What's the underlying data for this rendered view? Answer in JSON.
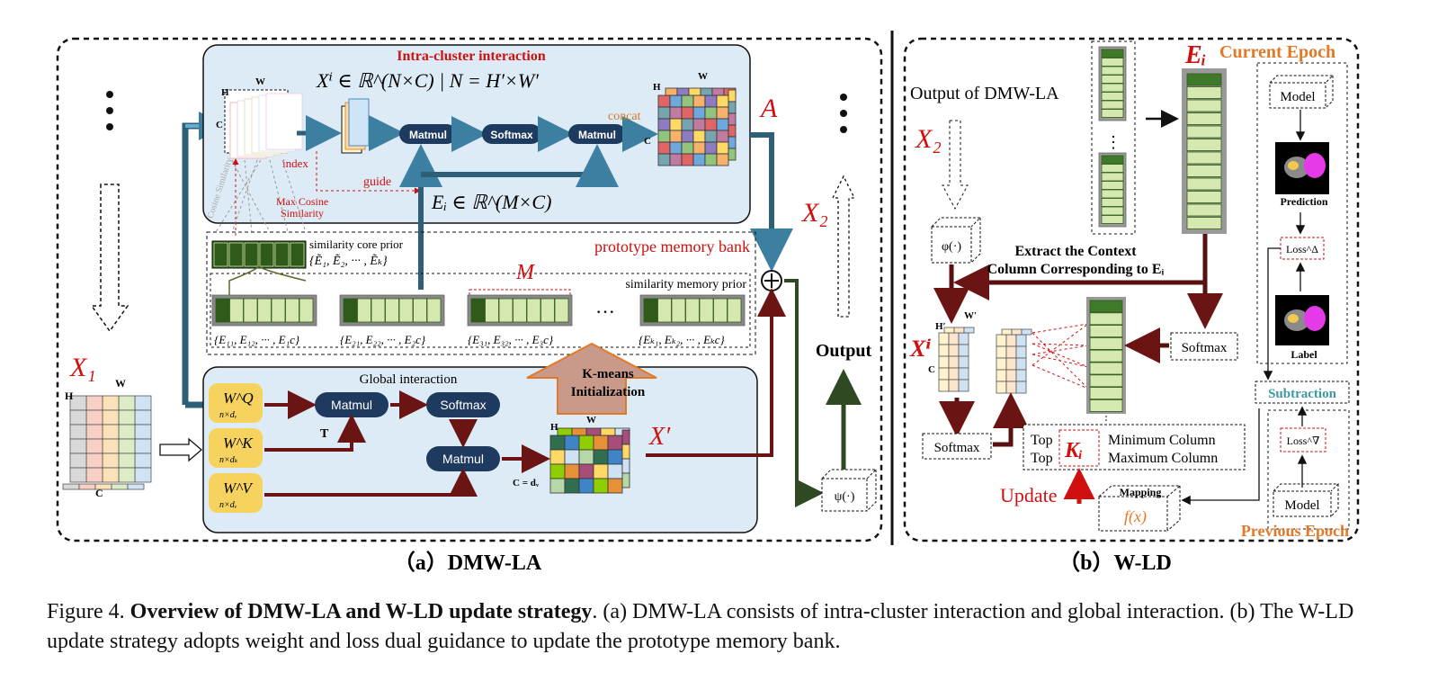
{
  "left_panel": {
    "x1_label": "X₁",
    "x2_label": "X₂",
    "output_label": "Output",
    "intra_title": "Intra-cluster interaction",
    "xi_eq": "Xⁱ ∈ ℝ^(N×C) | N = H′×W′",
    "index_label": "index",
    "guide_label": "guide",
    "max_cos_label_1": "Max Cosine",
    "max_cos_label_2": "Similarity",
    "cos_sim_label": "Cosine Similarity",
    "concat_label": "concat",
    "matmul_label": "Matmul",
    "softmax_label": "Softmax",
    "a_label": "A",
    "ei_eq": "Eᵢ ∈ ℝ^(M×C)",
    "bank_title": "prototype memory bank",
    "core_prior_label": "similarity core prior",
    "core_prior_set": "{Ẽ₁, Ẽ₂, ··· , Ẽₖ}",
    "m_label": "M",
    "memory_prior_label": "similarity memory prior",
    "bank_sets": [
      "{E₁₁, E₁₂, ··· , E₁c}",
      "{E₂₁, E₂₂, ··· , E₂c}",
      "{E₃₁, E₃₂, ··· , E₃c}",
      "{Eₖ₁, Eₖ₂, ··· , Eₖc}"
    ],
    "dots": "···",
    "kmeans_1": "K-means",
    "kmeans_2": "Initialization",
    "global_title": "Global interaction",
    "wq": "W^Q",
    "wk": "W^K",
    "wv": "W^V",
    "w_dims_q": "n×dᵥ",
    "w_dims_k": "n×dₖ",
    "w_dims_v": "n×dᵥ",
    "t_label": "T",
    "xprime_label": "X′",
    "c_dv": "C = dᵥ",
    "psi": "ψ(·)",
    "h": "H",
    "w": "W",
    "c": "C"
  },
  "right_panel": {
    "output_dmw": "Output of DMW-LA",
    "ei_label": "Eᵢ",
    "current_epoch": "Current Epoch",
    "previous_epoch": "Previous Epoch",
    "x2_label": "X₂",
    "phi": "φ(·)",
    "extract_1": "Extract the Context",
    "extract_2": "Column Corresponding to Eᵢ",
    "softmax_label": "Softmax",
    "xi_label": "Xⁱ",
    "hprime": "H′",
    "wprime": "W′",
    "c": "C",
    "top_label": "Top",
    "ki_label": "Kᵢ",
    "min_col": "Minimum Column",
    "max_col": "Maximum Column",
    "update_label": "Update",
    "mapping_label": "Mapping",
    "fx_label": "f(x)",
    "model_label": "Model",
    "prediction_label": "Prediction",
    "label_label": "Label",
    "loss_delta": "Loss^Δ",
    "loss_nabla": "Loss^∇",
    "subtraction": "Subtraction"
  },
  "subcaptions": {
    "a": "（a）DMW-LA",
    "b": "（b）W-LD"
  },
  "caption": {
    "prefix": "Figure 4. ",
    "bold": "Overview of DMW-LA and W-LD update strategy",
    "rest": ". (a) DMW-LA consists of intra-cluster interaction and global interaction. (b) The W-LD update strategy adopts weight and loss dual guidance to update the prototype memory bank."
  },
  "colors": {
    "blue_panel": "#dcebf5",
    "navy_node": "#1e3a5f",
    "arrow_blue": "#3d7fa0",
    "arrow_dark_red": "#6b1414",
    "red_text": "#d01010",
    "orange": "#e07a2a",
    "teal": "#3a9aa0",
    "bank_green": "#2f5a1a",
    "bank_light": "#d4e8b0",
    "yellow_w": "#f6d35e"
  }
}
